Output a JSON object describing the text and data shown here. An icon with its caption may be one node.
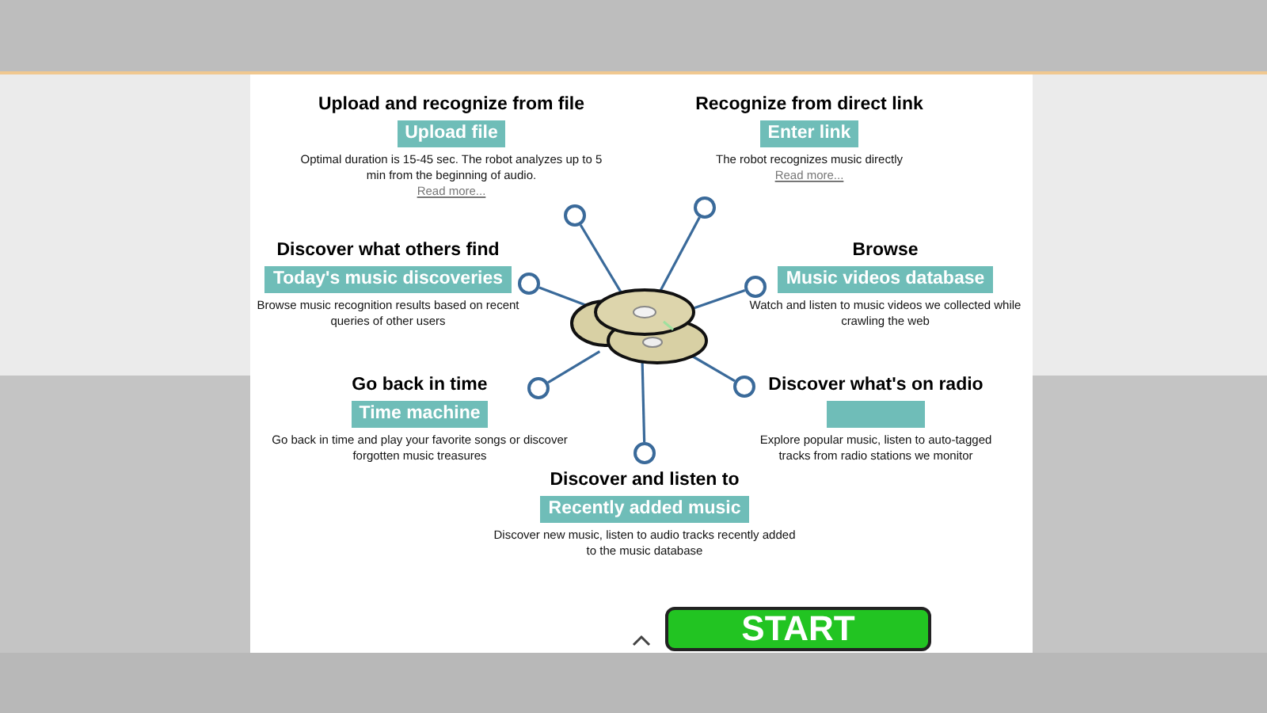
{
  "diagram": {
    "nodes": [
      {
        "text": [
          "Upload and recognize from file",
          "Optimal duration is 15-45 sec. The robot analyzes up to 5 min from the beginning of audio.",
          "Read more..."
        ]
      },
      {
        "text": [
          "Upload file"
        ],
        "in": 0
      },
      {
        "text": [
          "Recognize from direct link",
          "The robot recognizes music directly",
          "Read more..."
        ]
      },
      {
        "text": [
          "Enter link"
        ],
        "in": 2
      },
      {
        "text": [],
        "shape": "circle"
      },
      {
        "text": [],
        "shape": "circle"
      },
      {
        "text": [
          "Discover what others find",
          "Browse music recognition results based on recent queries of other users"
        ]
      },
      {
        "text": [
          "Today's music discoveries"
        ],
        "in": 6
      },
      {
        "text": [
          "Browse",
          "Watch and listen to music videos we collected while crawling the web"
        ]
      },
      {
        "text": [
          "Music videos database"
        ],
        "in": 8
      },
      {
        "text": [],
        "shape": "circle"
      },
      {
        "text": [],
        "shape": "picture"
      },
      {
        "text": [],
        "shape": "circle"
      },
      {
        "text": [
          "Go back in time",
          "Go back in time and play your favorite songs or discover forgotten music treasures"
        ]
      },
      {
        "text": [
          "Time machine"
        ],
        "in": 13
      },
      {
        "text": [
          "Discover what's on radio",
          "Explore popular music, listen to auto-tagged tracks from radio stations we monitor"
        ]
      },
      {
        "text": [],
        "shape": "box",
        "in": 15
      },
      {
        "text": [],
        "shape": "circle"
      },
      {
        "text": [],
        "shape": "circle"
      },
      {
        "text": [],
        "shape": "circle"
      },
      {
        "text": [
          "Discover and listen to",
          "Discover new music, listen to audio tracks recently added to the music database"
        ]
      },
      {
        "text": [
          "Recently added music"
        ],
        "in": 20
      }
    ],
    "edges": [
      {
        "from": 11,
        "to": 4,
        "arrow": "none"
      },
      {
        "from": 11,
        "to": 5,
        "arrow": "none"
      },
      {
        "from": 11,
        "to": 10,
        "arrow": "none"
      },
      {
        "from": 11,
        "to": 12,
        "arrow": "none"
      },
      {
        "from": 11,
        "to": 17,
        "arrow": "none"
      },
      {
        "from": 11,
        "to": 18,
        "arrow": "none"
      },
      {
        "from": 11,
        "to": 19,
        "arrow": "none"
      }
    ],
    "labels": [
      "START"
    ]
  }
}
